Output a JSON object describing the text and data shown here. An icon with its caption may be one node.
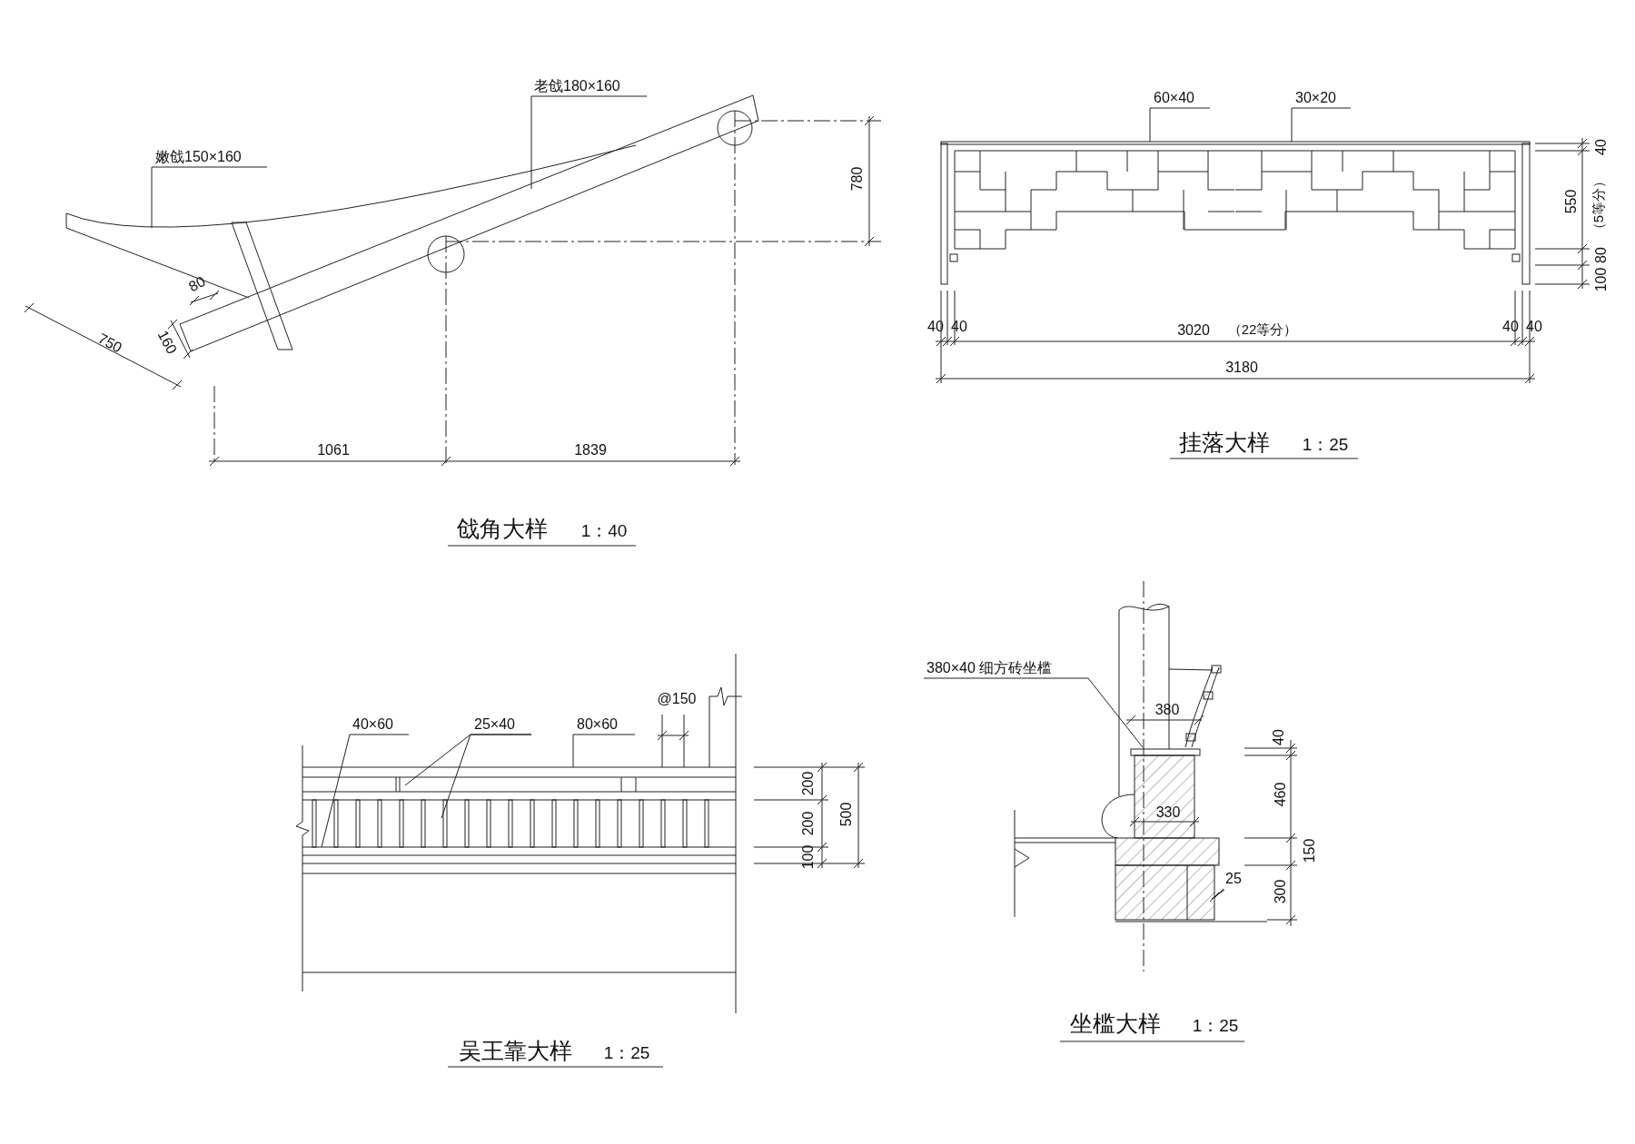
{
  "diagram": {
    "nodes": [
      {
        "text": [
          "嫩戗150×160"
        ]
      },
      {
        "text": [
          "老戗180×160"
        ]
      },
      {
        "text": [
          "60×40"
        ]
      },
      {
        "text": [
          "30×20"
        ]
      },
      {
        "text": [
          "40×60"
        ]
      },
      {
        "text": [
          "25×40"
        ]
      },
      {
        "text": [
          "80×60"
        ]
      },
      {
        "text": [
          "380×40 细方砖坐槛"
        ]
      },
      {
        "text": [],
        "shape": "bar"
      }
    ],
    "edges": [
      {
        "from": 0,
        "to": null,
        "arrow": "none"
      },
      {
        "from": 1,
        "to": null,
        "arrow": "none"
      },
      {
        "from": 2,
        "to": 8,
        "arrow": "none"
      },
      {
        "from": 3,
        "to": 8,
        "arrow": "none"
      },
      {
        "from": 4,
        "to": null,
        "arrow": "none"
      },
      {
        "from": 5,
        "to": null,
        "arrow": "none"
      },
      {
        "from": 5,
        "to": null,
        "arrow": "none"
      },
      {
        "from": 6,
        "to": null,
        "arrow": "none"
      },
      {
        "from": 7,
        "to": null,
        "arrow": "none"
      }
    ],
    "labels": [
      "80",
      "750",
      "160",
      "1061",
      "1839",
      "780",
      "戗角大样",
      "1：40",
      "40",
      "550",
      "（5等分）",
      "80",
      "100",
      "40",
      "40",
      "3020",
      "（22等分）",
      "40",
      "40",
      "3180",
      "挂落大样",
      "1：25",
      "@150",
      "200",
      "200",
      "100",
      "500",
      "吴王靠大样",
      "1：25",
      "380",
      "330",
      "40",
      "460",
      "150",
      "300",
      "25",
      "坐槛大样",
      "1：25"
    ]
  }
}
